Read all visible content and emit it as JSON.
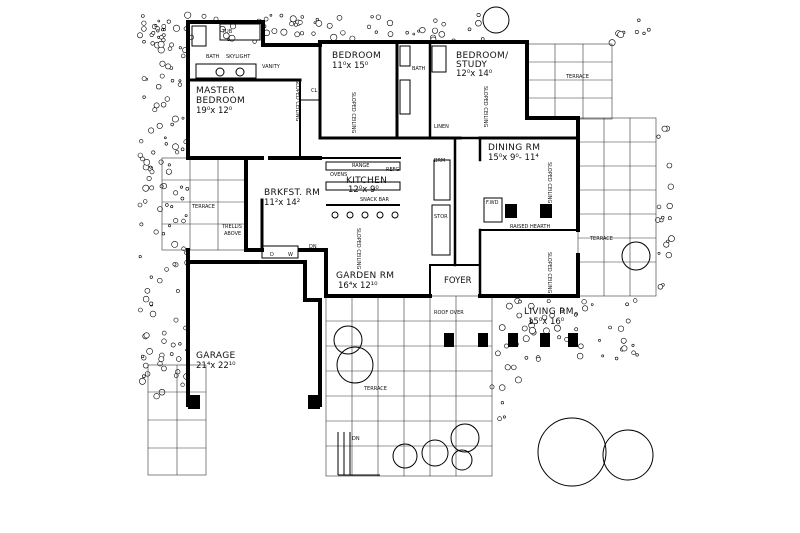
{
  "rooms": {
    "bath": "BATH",
    "tub": "TUB",
    "skylight": "SKYLIGHT",
    "vanity": "VANITY",
    "master_bedroom_name": "MASTER",
    "master_bedroom_name2": "BEDROOM",
    "master_bedroom_dim": "19⁰x 12⁰",
    "bedroom_name": "BEDROOM",
    "bedroom_dim": "11⁰x 15⁰",
    "bath2": "BATH",
    "study_name": "BEDROOM/",
    "study_name2": "STUDY",
    "study_dim": "12⁰x 14⁰",
    "terrace_ne": "TERRACE",
    "dining_name": "DINING RM",
    "dining_dim": "15⁰x 9⁰- 11⁴",
    "kitchen_name": "KITCHEN",
    "kitchen_dim": "12⁰x 9⁰",
    "brkfst_name": "BRKFST. RM",
    "brkfst_dim": "11²x 14²",
    "terrace_w": "TERRACE",
    "trellis": "TRELLIS",
    "above": "ABOVE",
    "snack_bar": "SNACK BAR",
    "raised_hearth": "RAISED HEARTH",
    "fuel": "F.WD",
    "garden_name": "GARDEN RM",
    "garden_dim": "16⁴x 12¹⁰",
    "foyer": "FOYER",
    "living_name": "LIVING RM",
    "living_dim": "15⁰x 16⁰",
    "terrace_e": "TERRACE",
    "roof_over": "ROOF OVER",
    "garage_name": "GARAGE",
    "garage_dim": "21⁴x 22¹⁰",
    "terrace_s": "TERRACE",
    "dn1": "DN",
    "dn2": "DN",
    "dw": "D",
    "w": "W",
    "linen": "LINEN",
    "range": "RANGE",
    "ovens": "OVENS",
    "refg": "REFG",
    "stor": "STOR",
    "cl": "CL",
    "brm": "BRM"
  },
  "annotations": {
    "sloped_ceiling": "SLOPED CEILING"
  }
}
